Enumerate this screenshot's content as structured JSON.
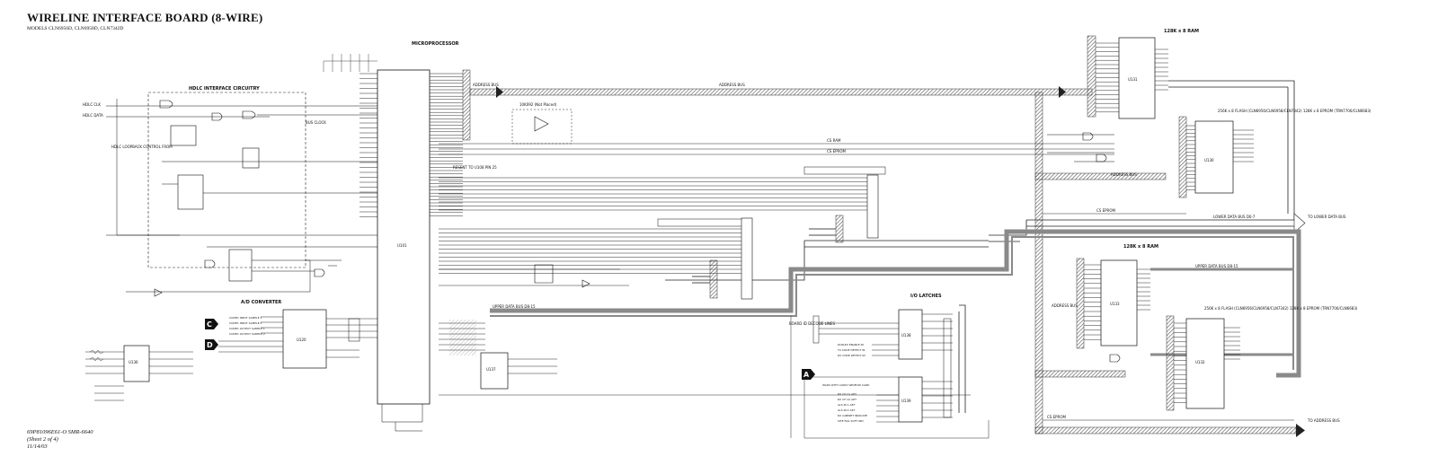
{
  "header": {
    "title": "WIRELINE INTERFACE BOARD (8-WIRE)",
    "subtitle": "MODELS CLN6956D, CLN6958D, CLN7342D"
  },
  "footer": {
    "line1": "69P81096E61-O SMR-6640",
    "line2": "(Sheet 2 of 4)",
    "line3": "11/14/03"
  },
  "blocks": {
    "microprocessor": "MICROPROCESSOR",
    "hdlc": "HDLC INTERFACE CIRCUITRY",
    "hdlc_clk": "HDLC CLK",
    "hdlc_data": "HDLC DATA",
    "hdlc_loopback": "HDLC LOOPBACK CONTROL FROM",
    "bus_clock": "BUS CLOCK",
    "ad_converter": "A/D CONVERTER",
    "io_latches": "I/O LATCHES",
    "board_id": "BOARD ID DECODE LINES",
    "address_bus": "ADDRESS BUS",
    "lower_data_bus": "LOWER DATA BUS D0-7",
    "upper_data_bus": "UPPER DATA BUS D8-15",
    "ram_top": "128K x 8 RAM",
    "flash_top": "256K x 8 FLASH (CLN6956/CLN6958/CLN7342) 128K x 8 EPROM (TRN7706/CLN6683)",
    "ram_bottom": "128K x 8 RAM",
    "flash_bottom": "256K x 8 FLASH (CLN6956/CLN6958/CLN7342) 128K x 8 EPROM (TRN7706/CLN6683)",
    "cs_ram": "CS RAM",
    "cs_eprom": "CS EPROM",
    "ndn": "10K092 (Not Placed)",
    "reset_note": "RESENT TO U108 PIN 25",
    "to_lower_data_right": "TO LOWER DATA BUS",
    "to_address_right": "TO ADDRESS BUS"
  },
  "chips": {
    "u101": "U101",
    "u131": "U131",
    "u130": "U130",
    "u133": "U133",
    "u132": "U132",
    "u120": "U120",
    "u136": "U136",
    "u137": "U137",
    "u138": "U138",
    "u139": "U139"
  },
  "markers": {
    "c": "C",
    "d": "D",
    "a": "A"
  },
  "ad_inputs": [
    "CODEC INPUT SAMPLE 1",
    "CODEC INPUT SAMPLE 2",
    "CODEC OUTPUT SAMPLE 1",
    "CODEC OUTPUT SAMPLE 2"
  ],
  "latch_inputs": [
    "DUPLEX ENABLE IN",
    "TX CODE DETECT IN",
    "RX CODE DETECT IN"
  ],
  "latch_inputs2": [
    "WARS WITH AUDIO WIDEOW CARD",
    "RX CH 11 AET",
    "RX CH 12 AET",
    "ALS IN 1 AET",
    "ALS IN 2 AET",
    "RX CABINET INDICATE",
    "SITE FAIL SOFT IND"
  ]
}
